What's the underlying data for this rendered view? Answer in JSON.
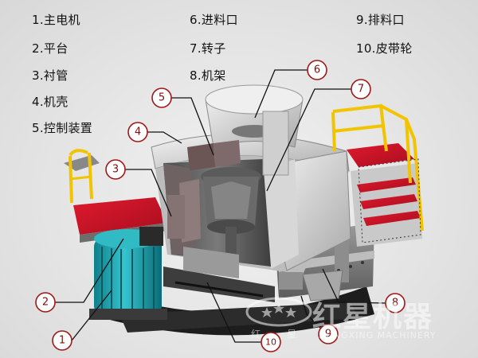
{
  "legend": [
    {
      "num": "1",
      "text": "1.主电机"
    },
    {
      "num": "2",
      "text": "2.平台"
    },
    {
      "num": "3",
      "text": "3.衬管"
    },
    {
      "num": "4",
      "text": "4.机壳"
    },
    {
      "num": "5",
      "text": "5.控制装置"
    },
    {
      "num": "6",
      "text": "6.进料口"
    },
    {
      "num": "7",
      "text": "7.转子"
    },
    {
      "num": "8",
      "text": "8.机架"
    },
    {
      "num": "9",
      "text": "9.排料口"
    },
    {
      "num": "10",
      "text": "10.皮带轮"
    }
  ],
  "callouts": [
    "1",
    "2",
    "3",
    "4",
    "5",
    "6",
    "7",
    "8",
    "9",
    "10"
  ],
  "watermark": {
    "chinese": "红星机器",
    "left_char": "红",
    "right_char": "星",
    "english": "HONGXING MACHINERY"
  },
  "colors": {
    "callout_ring": "#a01818",
    "leader": "#111111",
    "platform_top": "#c8102e",
    "motor": "#1fa5b0",
    "railing": "#f2c400"
  }
}
